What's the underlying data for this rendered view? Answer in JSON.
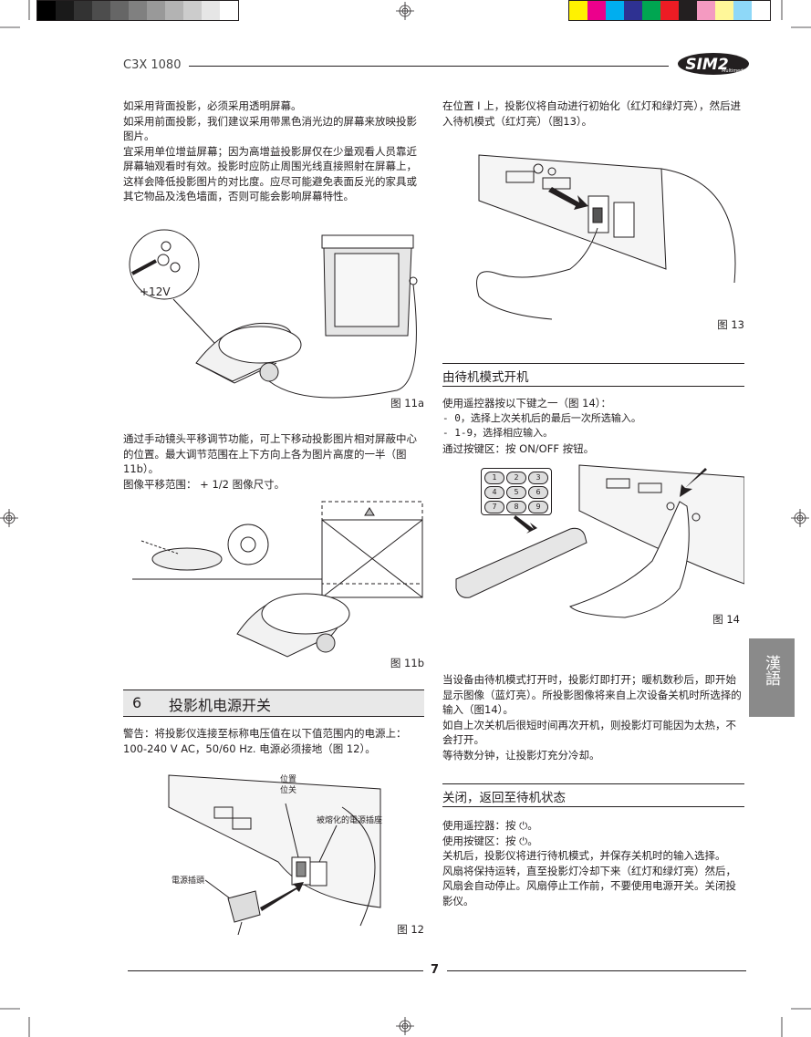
{
  "header": {
    "model": "C3X 1080",
    "logo_text": "SIM2",
    "logo_sub": "Multimedia"
  },
  "color_bar": {
    "grays": [
      "#000000",
      "#1a1a1a",
      "#333333",
      "#4d4d4d",
      "#666666",
      "#808080",
      "#999999",
      "#b3b3b3",
      "#cccccc",
      "#e6e6e6",
      "#ffffff"
    ],
    "colors": [
      "#fff200",
      "#ec008c",
      "#00aeef",
      "#2e3192",
      "#00a651",
      "#ed1c24",
      "#231f20",
      "#f49ac1",
      "#fff799",
      "#8ed8f8",
      "#ffffff"
    ]
  },
  "left": {
    "intro": [
      "如采用背面投影，必须采用透明屏幕。",
      "如采用前面投影，我们建议采用带黑色消光边的屏幕来放映投影图片。",
      "宜采用单位增益屏幕；因为高增益投影屏仅在少量观看人员靠近屏幕轴观看时有效。投影时应防止周围光线直接照射在屏幕上，这样会降低投影图片的对比度。应尽可能避免表面反光的家具或其它物品及浅色墙面，否则可能会影响屏幕特性。"
    ],
    "fig11a": {
      "caption": "图 11a",
      "label_12v": "+12V"
    },
    "shift_text": [
      "通过手动镜头平移调节功能，可上下移动投影图片相对屏蔽中心的位置。最大调节范围在上下方向上各为图片高度的一半（图11b）。",
      "图像平移范围：  + 1/2 图像尺寸。"
    ],
    "fig11b": {
      "caption": "图 11b"
    },
    "section6": {
      "number": "6",
      "title": "投影机电源开关",
      "warning": "警告：将投影仪连接至标称电压值在以下值范围内的电源上：100-240 V AC，50/60 Hz. 电源必须接地（图 12）。"
    },
    "fig12": {
      "caption": "图 12",
      "label_switch_1": "位置",
      "label_switch_2": "位关",
      "label_fuse": "被熔化的電源插座",
      "label_plug": "電源插頭"
    }
  },
  "right": {
    "init_text": "在位置 I 上，投影仪将自动进行初始化（红灯和绿灯亮），然后进入待机模式（红灯亮）（图13）。",
    "fig13": {
      "caption": "图 13"
    },
    "standby_on": {
      "title": "由待机模式开机",
      "lines": [
        "使用遥控器按以下键之一（图 14）：",
        "- 0，选择上次关机后的最后一次所选输入。",
        "- 1-9，选择相应输入。",
        "通过按键区：按 ON/OFF 按钮。"
      ]
    },
    "fig14": {
      "caption": "图 14",
      "keypad": [
        "1",
        "2",
        "3",
        "4",
        "5",
        "6",
        "7",
        "8",
        "9"
      ]
    },
    "after_on": [
      "当设备由待机模式打开时，投影灯即打开；暖机数秒后，即开始显示图像（蓝灯亮）。所投影图像将来自上次设备关机时所选择的输入（图14）。",
      "如自上次关机后很短时间再次开机，则投影灯可能因为太热，不会打开。",
      "等待数分钟，让投影灯充分冷却。"
    ],
    "standby_off": {
      "title": "关闭，返回至待机状态",
      "lines": [
        "使用遥控器：按 ⏻。",
        "使用按键区：按 ⏻。",
        "关机后，投影仪将进行待机模式，并保存关机时的输入选择。",
        "风扇将保持运转，直至投影灯冷却下来（红灯和绿灯亮）然后，风扇会自动停止。风扇停止工作前，不要使用电源开关。关闭投影仪。"
      ]
    }
  },
  "side_tab": {
    "label": "漢語"
  },
  "footer": {
    "page_number": "7"
  }
}
